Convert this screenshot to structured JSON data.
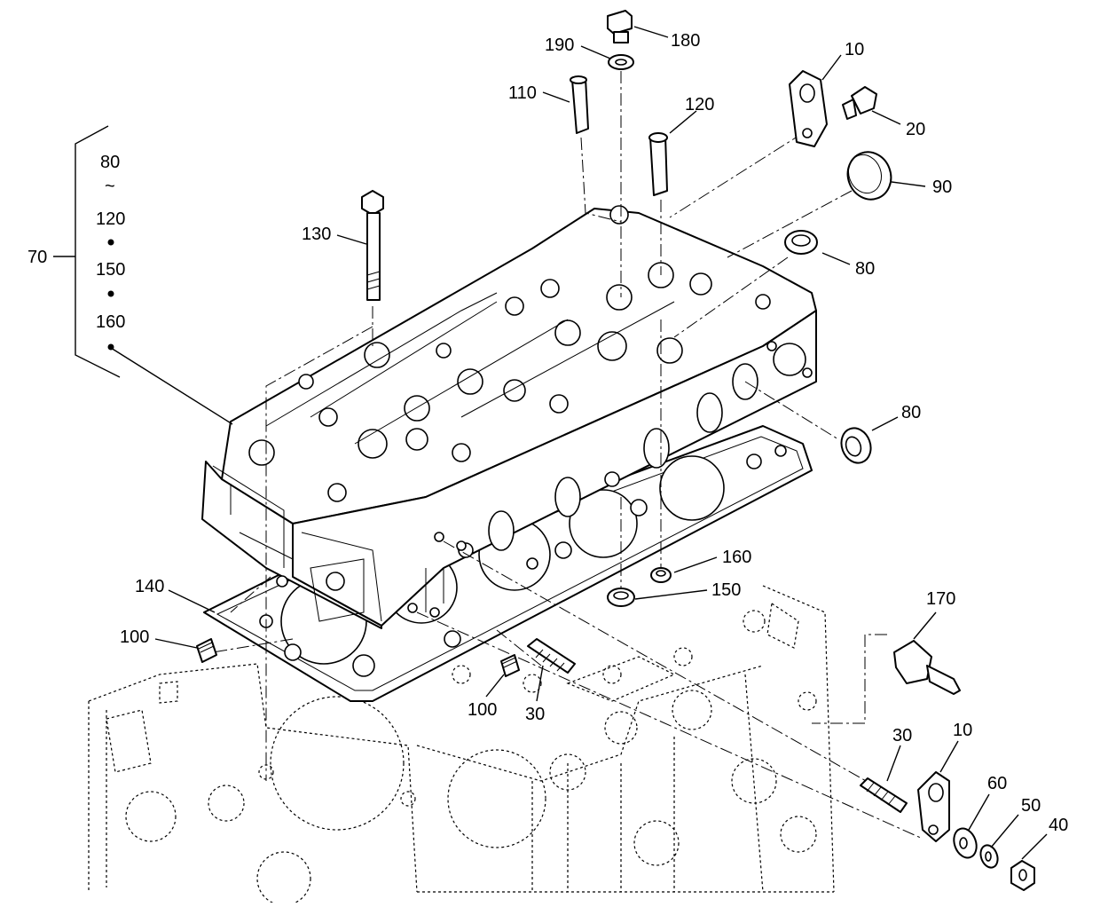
{
  "diagram": {
    "callouts": {
      "c180": "180",
      "c190": "190",
      "c110": "110",
      "c120": "120",
      "c10_top": "10",
      "c20": "20",
      "c90": "90",
      "c80_top": "80",
      "c130": "130",
      "c80_mid": "80",
      "c160": "160",
      "c150": "150",
      "c170": "170",
      "c140": "140",
      "c100_left": "100",
      "c100_mid": "100",
      "c30_mid": "30",
      "c30_right": "30",
      "c10_right": "10",
      "c60": "60",
      "c50": "50",
      "c40": "40",
      "c70": "70"
    },
    "kit": {
      "range_start": "80",
      "range_sep": "~",
      "range_end": "120",
      "item_150": "150",
      "item_160": "160"
    }
  }
}
